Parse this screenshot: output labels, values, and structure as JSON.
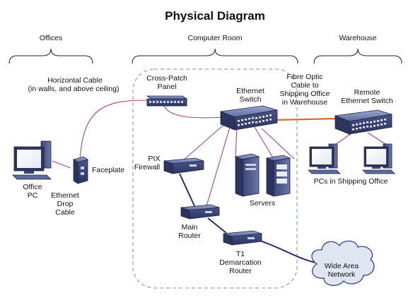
{
  "title": "Physical Diagram",
  "sections": {
    "offices": "Offices",
    "computer_room": "Computer Room",
    "warehouse": "Warehouse"
  },
  "labels": {
    "horizontal_cable_1": "Horizontal Cable",
    "horizontal_cable_2": "(in walls, and above ceiling)",
    "cross_patch_1": "Cross-Patch",
    "cross_patch_2": "Panel",
    "ethernet_switch_1": "Ethernet",
    "ethernet_switch_2": "Switch",
    "fibre_1": "Fibre Optic",
    "fibre_2": "Cable to",
    "fibre_3": "Shipping Office",
    "fibre_4": "in Warehouse",
    "remote_switch_1": "Remote",
    "remote_switch_2": "Ethernet Switch",
    "office_pc_1": "Office",
    "office_pc_2": "PC",
    "drop_cable_1": "Ethernet",
    "drop_cable_2": "Drop",
    "drop_cable_3": "Cable",
    "faceplate": "Faceplate",
    "pix_1": "PIX",
    "pix_2": "Firewall",
    "servers": "Servers",
    "main_router_1": "Main",
    "main_router_2": "Router",
    "t1_1": "T1",
    "t1_2": "Demarcation",
    "t1_3": "Router",
    "wan_1": "Wide Area",
    "wan_2": "Network",
    "pcs_shipping": "PCs in Shipping Office"
  },
  "colors": {
    "ethernet_cable": "#b0407e",
    "fibre_cable": "#e06a1e",
    "router_link": "#232f7a",
    "device_body": "#3a4470",
    "device_light": "#6c7bb0",
    "cloud_fill": "#dfe5f1",
    "cloud_stroke": "#2a3570"
  }
}
